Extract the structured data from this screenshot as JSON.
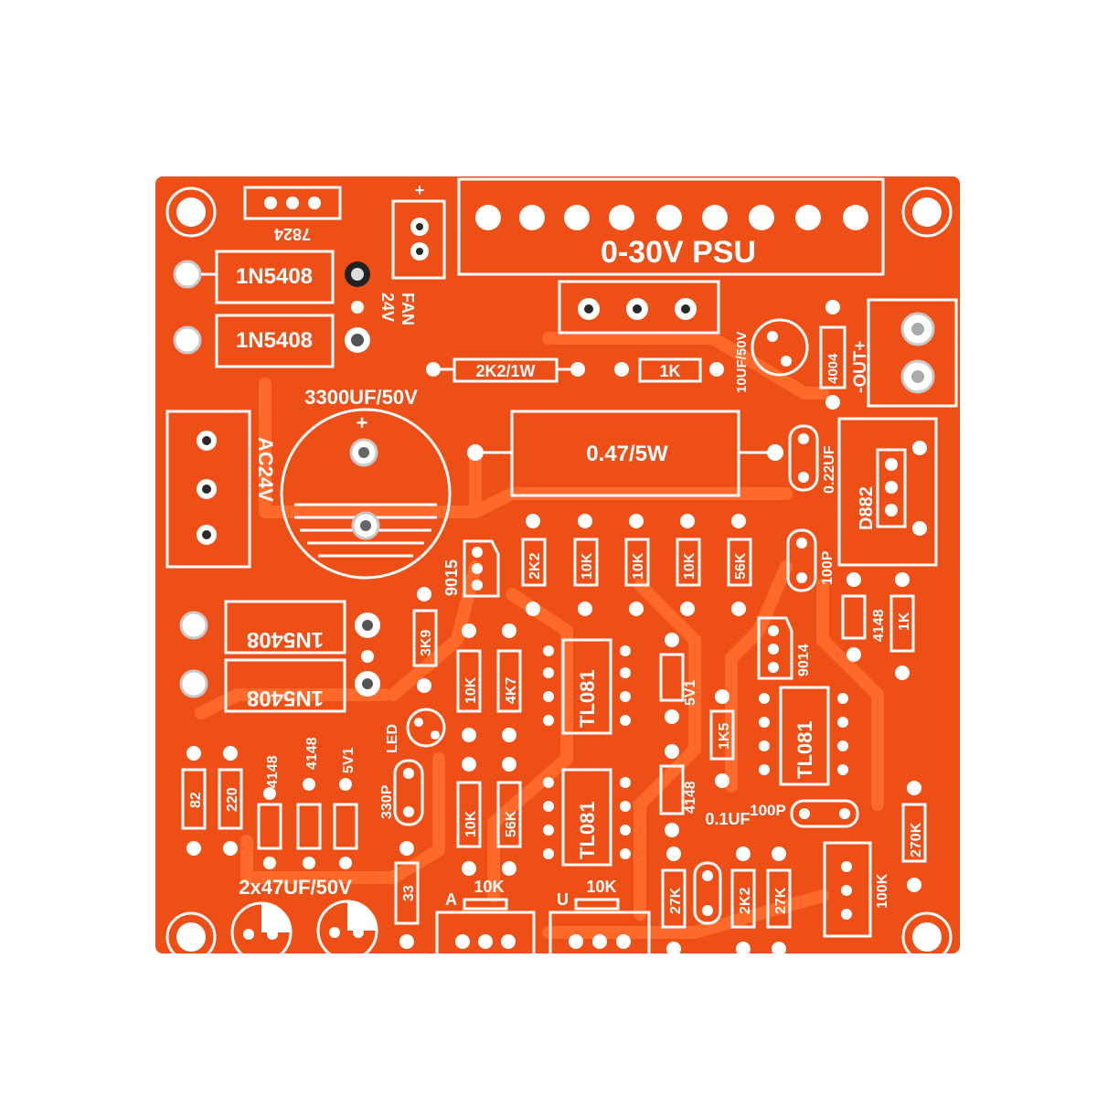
{
  "board": {
    "colors": {
      "board": "#ee4f16",
      "board_dark": "#e0450f",
      "trace": "#ff6a2a",
      "silk": "#ffffff"
    },
    "labels": {
      "title": "0-30V PSU",
      "reg": "7824",
      "fan": "FAN",
      "fan_v": "24V",
      "plus": "+",
      "d1": "1N5408",
      "d2": "1N5408",
      "d3": "1N5408",
      "d4": "1N5408",
      "cap_big": "3300UF/50V",
      "ac": "AC24V",
      "r_2k2_1w": "2K2/1W",
      "r_1k_top": "1K",
      "cap_10uf": "10UF/50V",
      "d_4004": "4004",
      "out": "-OUT+",
      "r_shunt": "0.47/5W",
      "cap_022": "0.22UF",
      "q_d882": "D882",
      "q_9015": "9015",
      "r_2k2": "2K2",
      "r_10k_a": "10K",
      "r_10k_b": "10K",
      "r_10k_c": "10K",
      "r_56k_a": "56K",
      "cap_100p_a": "100P",
      "d_4148_r": "4148",
      "r_1k_r": "1K",
      "r_3k9": "3K9",
      "r_10k_d": "10K",
      "r_4k7": "4K7",
      "ic1": "TL081",
      "zener_5v1_b": "5V1",
      "q_9014": "9014",
      "ic3": "TL081",
      "led": "LED",
      "r_1k5": "1K5",
      "r_82": "82",
      "r_220": "220",
      "d_4148_a": "4148",
      "d_4148_b": "4148",
      "zener_5v1": "5V1",
      "cap_330p": "330P",
      "r_10k_e": "10K",
      "r_56k_b": "56K",
      "ic2": "TL081",
      "d_4148_c": "4148",
      "cap_01uf": "0.1UF",
      "cap_100p_b": "100P",
      "r_270k": "270K",
      "r_100k": "100K",
      "caps_2x47": "2x47UF/50V",
      "r_33": "33",
      "pot_a_label": "A",
      "pot_a_val": "10K",
      "pot_u_label": "U",
      "pot_u_val": "10K",
      "r_27k_a": "27K",
      "r_2k2_b": "2K2",
      "r_27k_b": "27K"
    }
  }
}
